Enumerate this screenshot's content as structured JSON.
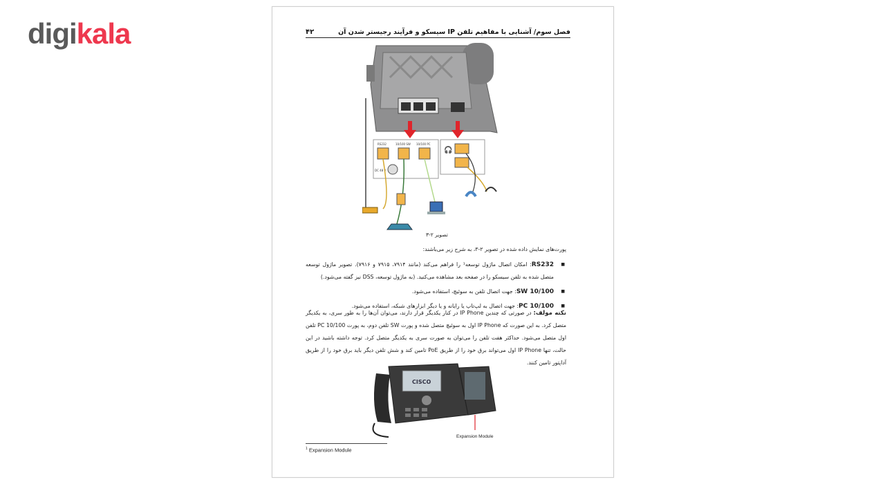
{
  "logo": {
    "part1": "digi",
    "part2": "kala"
  },
  "page": {
    "page_number": "۴۲",
    "header_title": "فصل سوم/ آشنایی با مفاهیم تلفن IP سیسکو و فرآیند رجیستر شدن آن",
    "figure1": {
      "caption": "تصویر ۲-۳",
      "port_labels": [
        "RS232",
        "10/100 SW",
        "10/100 PC"
      ],
      "power_label": "DC 48 V"
    },
    "intro": "پورت‌های نمایش داده شده در تصویر ۲-۳، به شرح زیر می‌باشند:",
    "bullets": [
      {
        "term": "RS232",
        "text": ": امکان اتصال ماژول توسعه¹ را فراهم می‌کند (مانند ۷۹۱۴، ۷۹۱۵ و ۷۹۱۶). تصویر ماژول توسعه متصل شده به تلفن سیسکو را در صفحه بعد مشاهده می‌کنید. (به ماژول توسعه، DSS نیز گفته می‌شود.)"
      },
      {
        "term": "10/100 SW",
        "text": ": جهت اتصال تلفن به سوئیچ، استفاده می‌شود."
      },
      {
        "term": "10/100 PC",
        "text": ": جهت اتصال به لپ‌تاپ یا رایانه و یا دیگر ابزارهای شبکه، استفاده می‌شود."
      }
    ],
    "note_label": "نکته مولف:",
    "note_text": " در صورتی که چندین IP Phone در کنار یکدیگر قرار دارند، می‌توان آن‌ها را به طور سری، به یکدیگر متصل کرد. به این صورت که IP Phone اول به سوئیچ متصل شده و پورت SW تلفن دوم، به پورت 10/100 PC تلفن اول متصل می‌شود. حداکثر هفت تلفن را می‌توان به صورت سری به یکدیگر متصل کرد. توجه داشته باشید در این حالت، تنها IP Phone اول می‌تواند برق خود را از طریق PoE تامین کند و شش تلفن دیگر باید برق خود را از طریق آداپتور تامین کنند.",
    "figure2": {
      "brand": "CISCO",
      "callout": "Expansion Module"
    },
    "footnote": {
      "mark": "1",
      "text": "Expansion Module"
    }
  },
  "colors": {
    "logo_gray": "#5a5a5a",
    "logo_red": "#ee384e",
    "arrow_red": "#e0252b",
    "port_orange": "#f2b54a"
  }
}
